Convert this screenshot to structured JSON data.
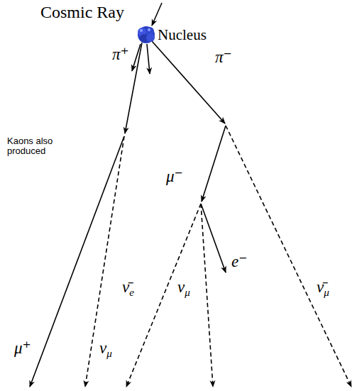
{
  "diagram": {
    "labels": [
      "Cosmic Ray",
      "Nucleus",
      "π⁺",
      "π⁻",
      "Kaons also produced",
      "μ⁺",
      "νμ",
      "μ⁻",
      "ν̄e",
      "νμ",
      "e⁻",
      "ν̄μ"
    ]
  }
}
